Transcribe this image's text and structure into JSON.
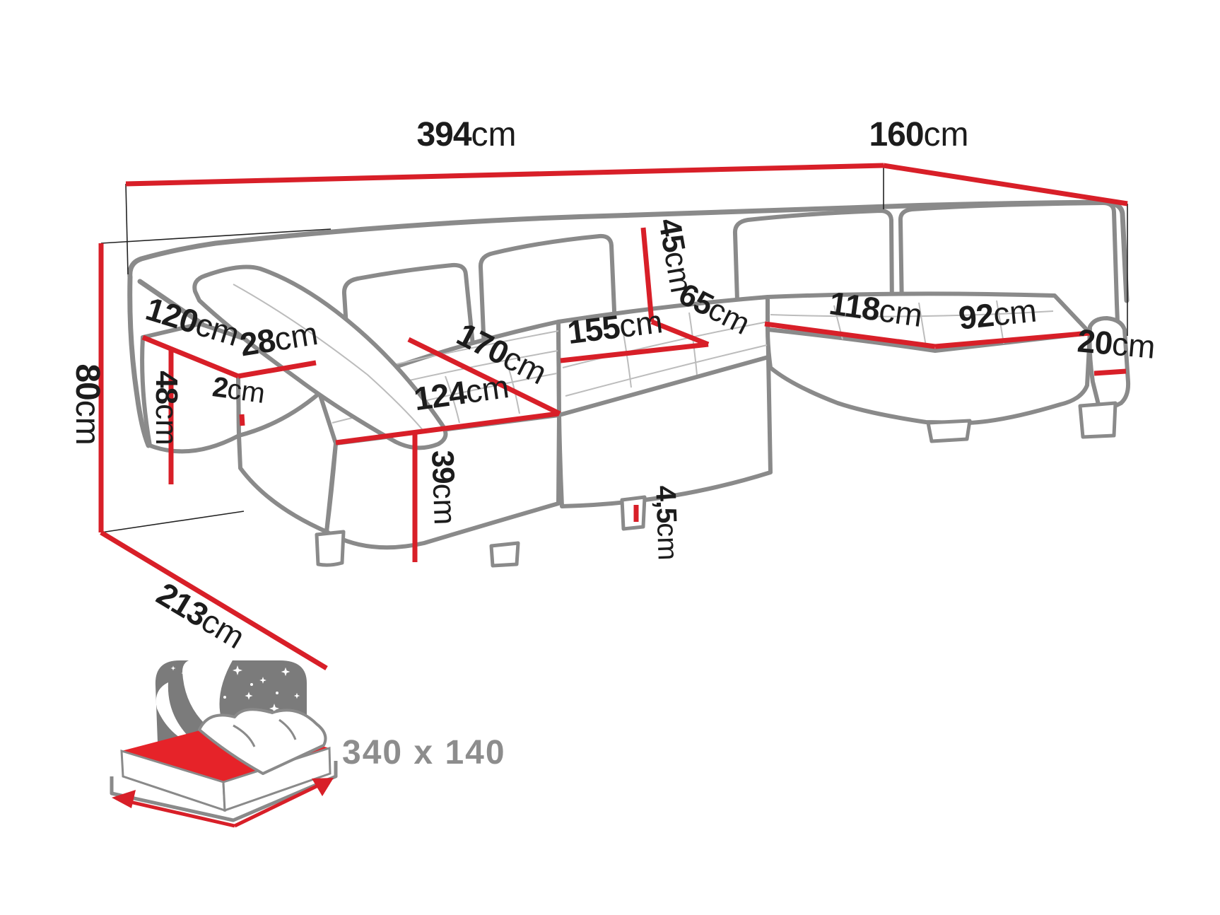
{
  "diagram": {
    "title": "U-shaped corner sofa dimension diagram",
    "unit": "cm",
    "measurements": [
      {
        "id": "width_total",
        "num": "394",
        "unit": "cm"
      },
      {
        "id": "depth_right",
        "num": "160",
        "unit": "cm"
      },
      {
        "id": "height_total",
        "num": "80",
        "unit": "cm"
      },
      {
        "id": "armrest_depth_left",
        "num": "120",
        "unit": "cm"
      },
      {
        "id": "armrest_width_left",
        "num": "28",
        "unit": "cm"
      },
      {
        "id": "armrest_height",
        "num": "48",
        "unit": "cm"
      },
      {
        "id": "armrest_gap",
        "num": "2",
        "unit": "cm"
      },
      {
        "id": "depth_left_total",
        "num": "213",
        "unit": "cm"
      },
      {
        "id": "chaise_length_left",
        "num": "124",
        "unit": "cm"
      },
      {
        "id": "seat_height",
        "num": "39",
        "unit": "cm"
      },
      {
        "id": "seat_width_left",
        "num": "170",
        "unit": "cm"
      },
      {
        "id": "seat_width_middle",
        "num": "155",
        "unit": "cm"
      },
      {
        "id": "backrest_height",
        "num": "45",
        "unit": "cm"
      },
      {
        "id": "seat_depth_middle",
        "num": "65",
        "unit": "cm"
      },
      {
        "id": "leg_height",
        "num": "4,5",
        "unit": "cm"
      },
      {
        "id": "seat_width_right",
        "num": "118",
        "unit": "cm"
      },
      {
        "id": "chaise_depth_right",
        "num": "92",
        "unit": "cm"
      },
      {
        "id": "armrest_width_right",
        "num": "20",
        "unit": "cm"
      }
    ]
  },
  "sleeping_area": {
    "label": "340 x 140"
  },
  "colors": {
    "measurement_red": "#d81f28",
    "outline_gray": "#8a8a8a",
    "label_black": "#1c1c1c",
    "icon_gray": "#7b7b7b",
    "size_text_gray": "#8d8d8d",
    "mattress_red": "#e62329"
  }
}
